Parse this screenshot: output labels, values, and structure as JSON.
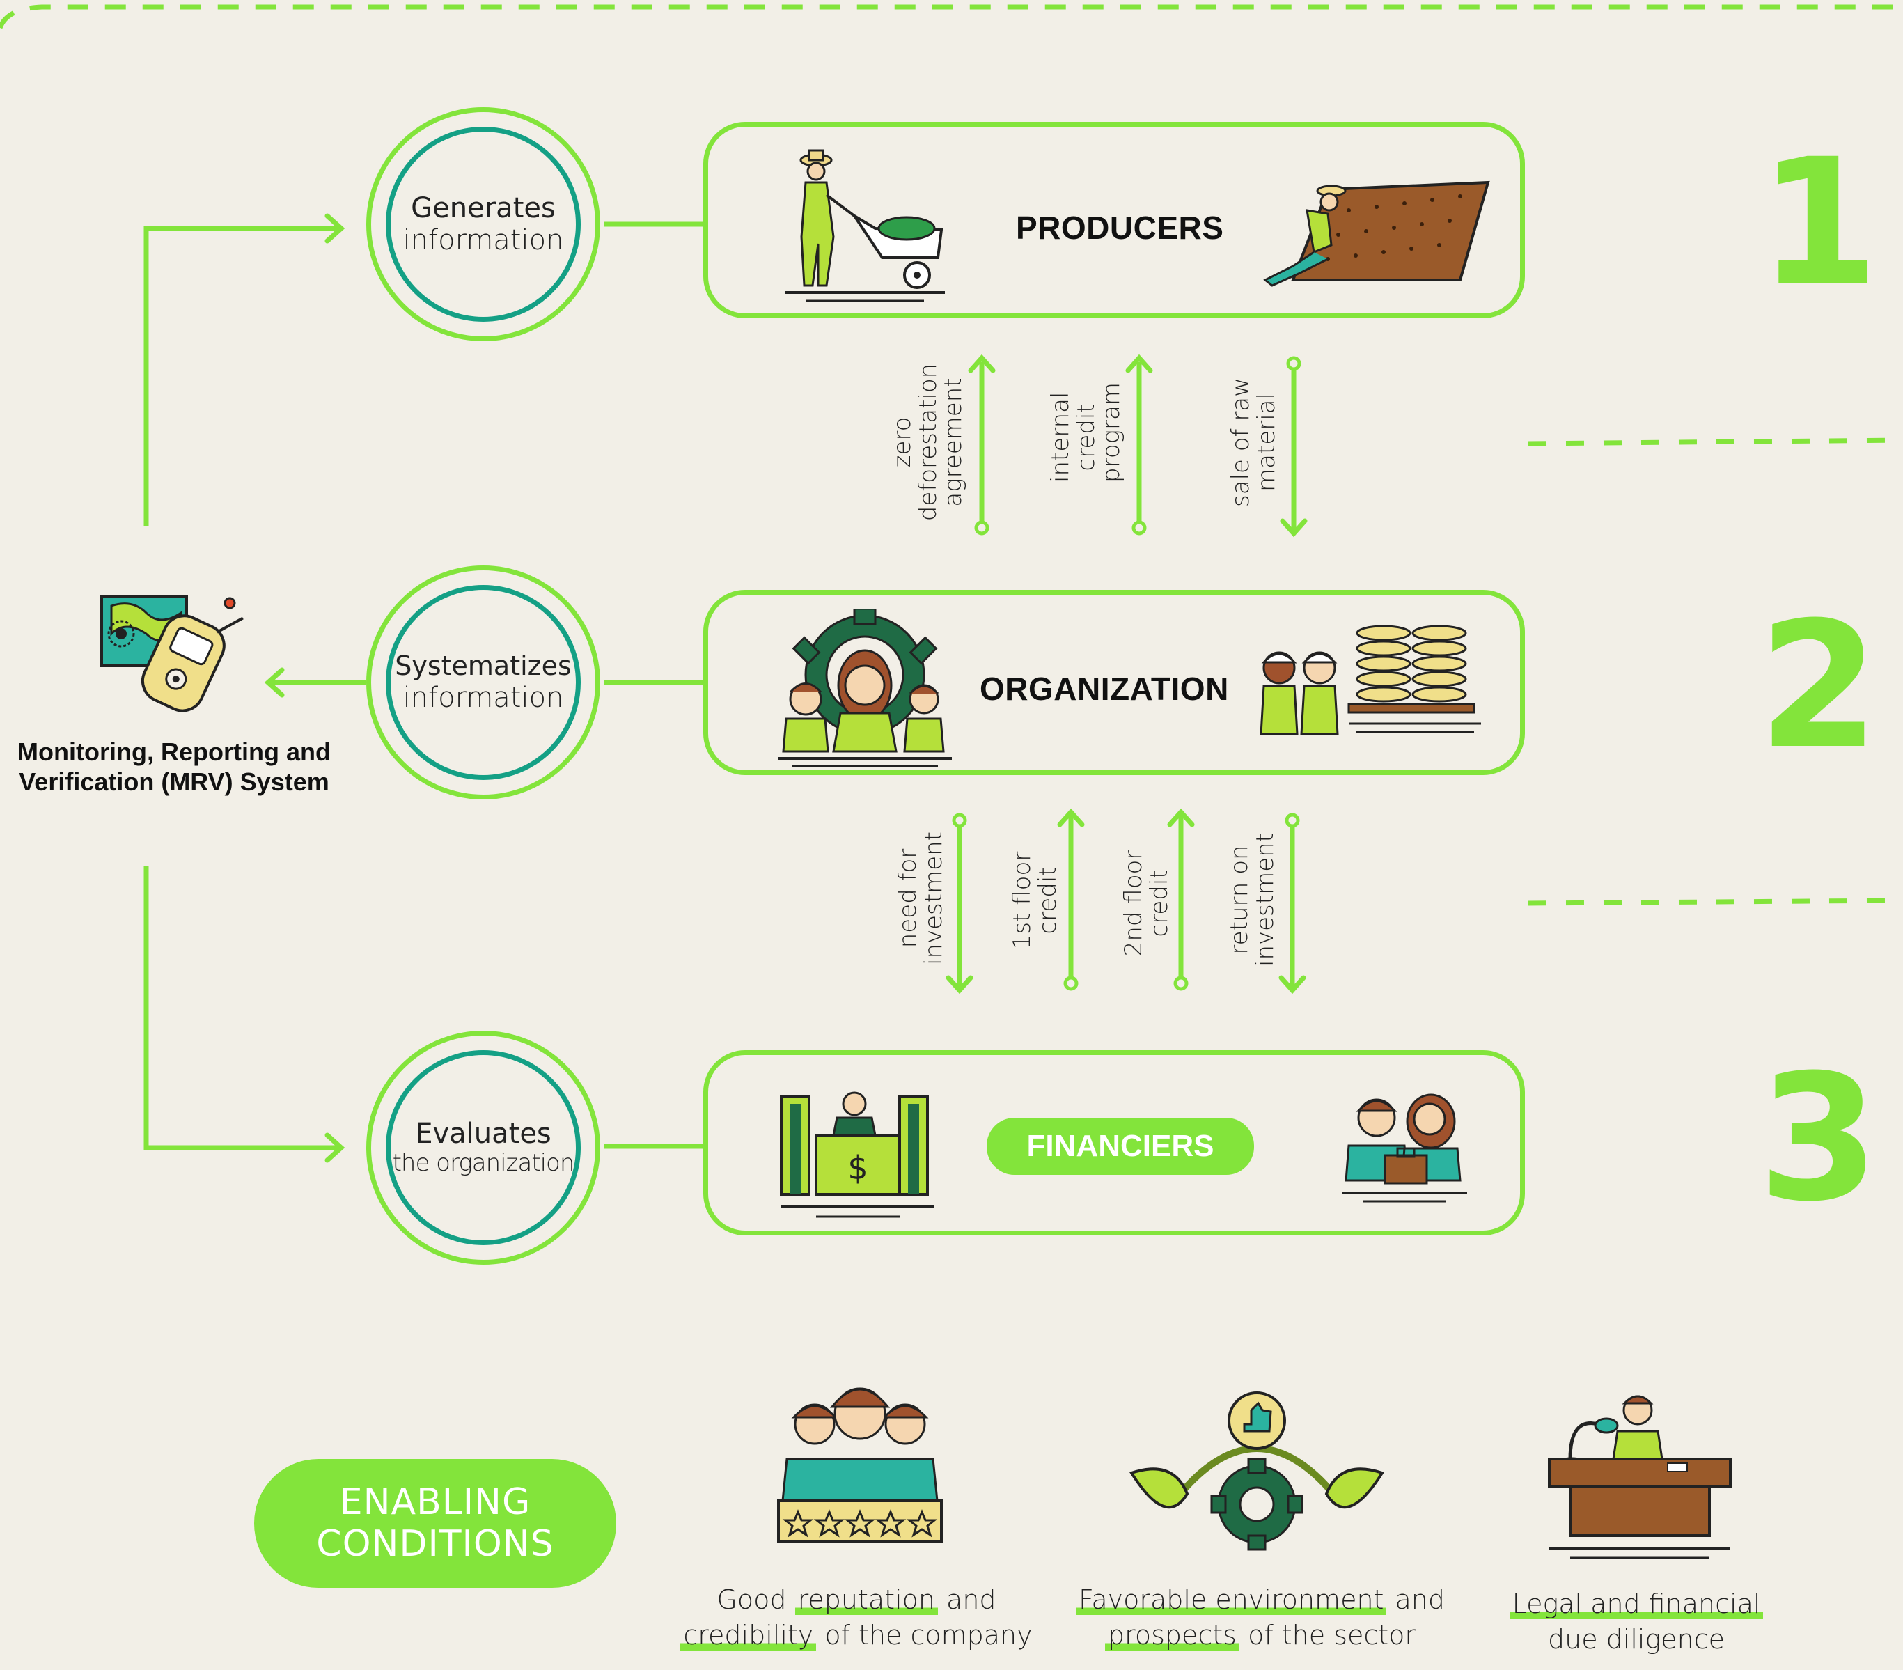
{
  "colors": {
    "background": "#f2efe7",
    "accent_green": "#83e43b",
    "teal": "#14a085",
    "dark_green": "#1f6b45"
  },
  "steps": [
    {
      "number": "1",
      "circle_line1": "Generates",
      "circle_line2": "information",
      "box_title": "PRODUCERS"
    },
    {
      "number": "2",
      "circle_line1": "Systematizes",
      "circle_line2": "information",
      "box_title": "ORGANIZATION"
    },
    {
      "number": "3",
      "circle_line1": "Evaluates",
      "circle_line2": "the organization",
      "box_title": "FINANCIERS"
    }
  ],
  "flows_1_2": [
    {
      "lines": [
        "zero",
        "deforestation",
        "agreement"
      ],
      "direction": "up"
    },
    {
      "lines": [
        "internal",
        "credit",
        "program"
      ],
      "direction": "up"
    },
    {
      "lines": [
        "sale of raw",
        "material"
      ],
      "direction": "down"
    }
  ],
  "flows_2_3": [
    {
      "lines": [
        "need for",
        "investment"
      ],
      "direction": "down"
    },
    {
      "lines": [
        "1st floor",
        "credit"
      ],
      "direction": "up"
    },
    {
      "lines": [
        "2nd floor",
        "credit"
      ],
      "direction": "up"
    },
    {
      "lines": [
        "return on",
        "investment"
      ],
      "direction": "down"
    }
  ],
  "mrv": {
    "line1": "Monitoring, Reporting and",
    "line2": "Verification (MRV) System",
    "icon": "gps-map-icon"
  },
  "enabling": {
    "line1": "ENABLING",
    "line2": "CONDITIONS"
  },
  "conditions": [
    {
      "icon": "team-rating-icon",
      "l1a": "Good ",
      "l1h": "reputation",
      "l1b": " and",
      "l2h": "credibility",
      "l2b": " of the company"
    },
    {
      "icon": "environment-gear-icon",
      "l1h": "Favorable environment",
      "l1b": " and",
      "l2h": "prospects",
      "l2b": " of the sector"
    },
    {
      "icon": "legal-desk-icon",
      "l1h": "Legal and financial",
      "l2b": "due diligence"
    }
  ]
}
